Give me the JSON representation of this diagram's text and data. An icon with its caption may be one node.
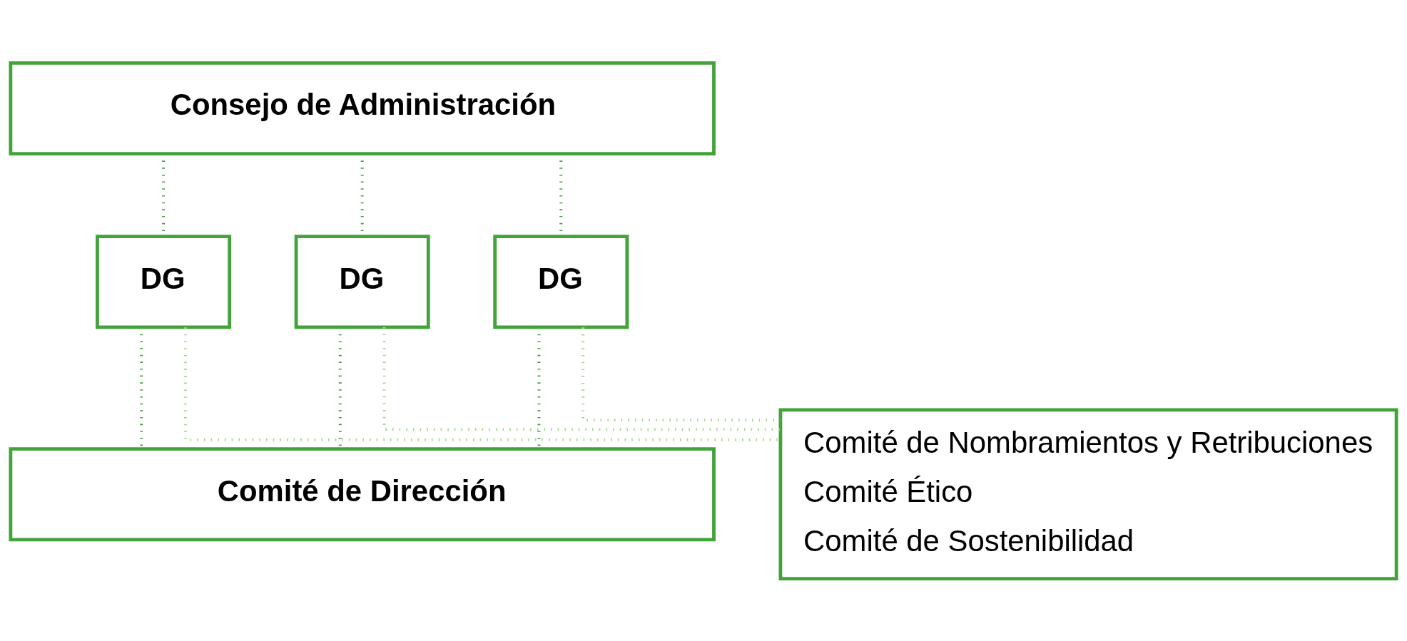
{
  "diagram": {
    "nodes": [
      {
        "text": [
          "Consejo de Administración"
        ]
      },
      {
        "text": [
          "DG"
        ]
      },
      {
        "text": [
          "DG"
        ]
      },
      {
        "text": [
          "DG"
        ]
      },
      {
        "text": [
          "Comité de Dirección"
        ]
      },
      {
        "text": [
          "Comité de Nombramientos y Retribuciones",
          "Comité Ético",
          "Comité de Sostenibilidad"
        ]
      }
    ],
    "edges": [
      {
        "from": 0,
        "to": 1,
        "arrow": "none"
      },
      {
        "from": 0,
        "to": 2,
        "arrow": "none"
      },
      {
        "from": 0,
        "to": 3,
        "arrow": "none"
      },
      {
        "from": 1,
        "to": 4,
        "arrow": "none"
      },
      {
        "from": 2,
        "to": 4,
        "arrow": "none"
      },
      {
        "from": 3,
        "to": 4,
        "arrow": "none"
      },
      {
        "from": 1,
        "to": 5,
        "arrow": "none",
        "color": "#a8d495"
      },
      {
        "from": 2,
        "to": 5,
        "arrow": "none",
        "color": "#a8d495"
      },
      {
        "from": 3,
        "to": 5,
        "arrow": "none",
        "color": "#a8d495"
      }
    ]
  }
}
